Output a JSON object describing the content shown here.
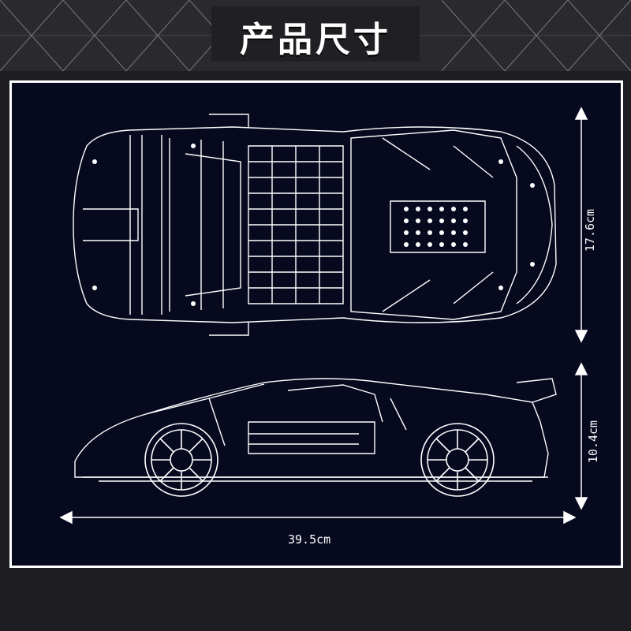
{
  "header": {
    "title": "产品尺寸"
  },
  "dimensions": {
    "length": "39.5cm",
    "width": "17.6cm",
    "height": "10.4cm"
  },
  "colors": {
    "background": "#07091f",
    "line": "#ffffff",
    "header": "#2a2a2e"
  }
}
